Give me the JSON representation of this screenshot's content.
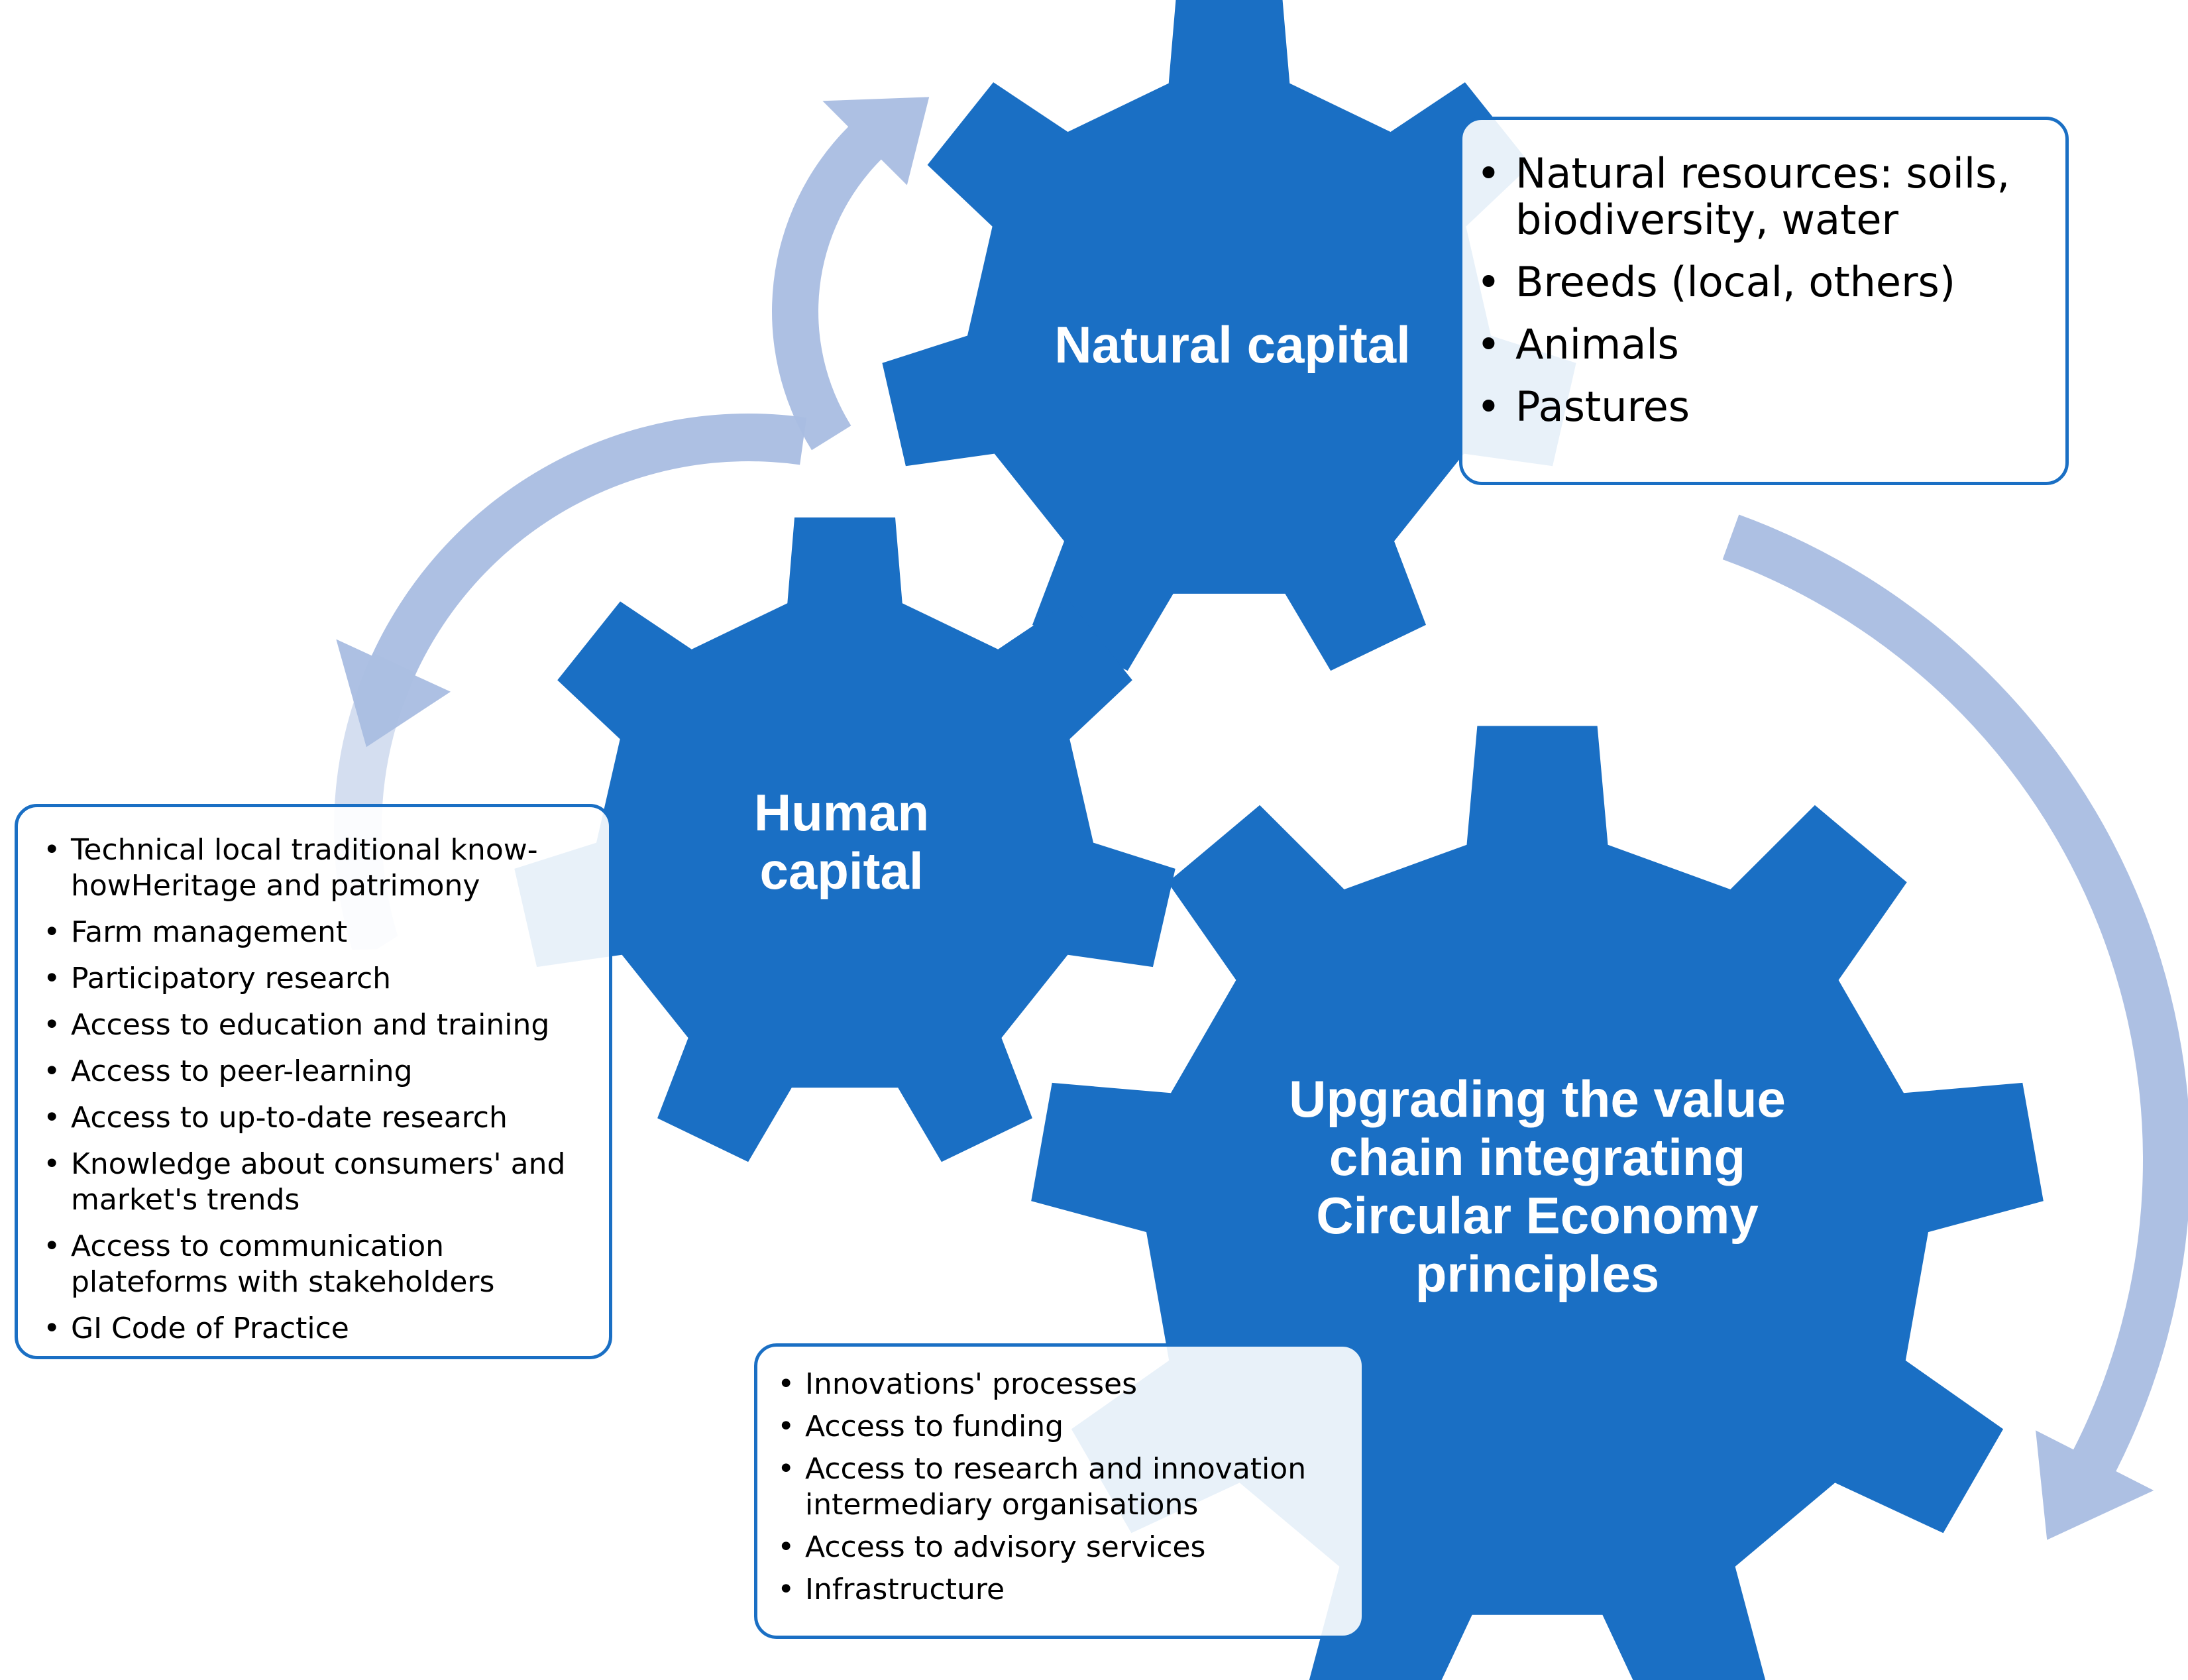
{
  "colors": {
    "gear": "#1a6fc4",
    "arrow": "#a9bde2",
    "box_border": "#1a6fc4",
    "label": "#ffffff"
  },
  "gears": {
    "natural": {
      "label": "Natural capital",
      "items": [
        "Natural resources: soils, biodiversity, water",
        "Breeds (local, others)",
        "Animals",
        "Pastures"
      ]
    },
    "human": {
      "label": "Human capital",
      "items": [
        "Technical local traditional know-howHeritage and patrimony",
        "Farm management",
        "Participatory research",
        "Access to education and training",
        "Access to peer-learning",
        "Access to up-to-date research",
        "Knowledge about consumers' and market's trends",
        "Access to communication plateforms with stakeholders",
        "GI Code of Practice"
      ]
    },
    "value_chain": {
      "label": "Upgrading the value chain integrating Circular Economy principles",
      "items": [
        "Innovations' processes",
        "Access to funding",
        "Access to research and innovation intermediary organisations",
        "Access to advisory services",
        "Infrastructure"
      ]
    }
  }
}
